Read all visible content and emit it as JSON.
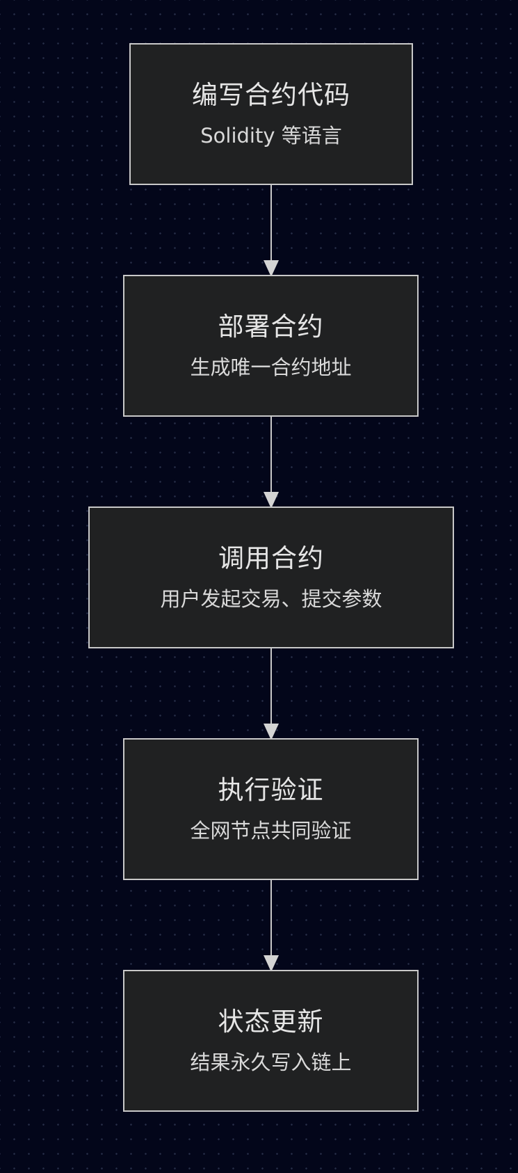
{
  "diagram": {
    "nodes": [
      {
        "title": "编写合约代码",
        "subtitle": "Solidity 等语言"
      },
      {
        "title": "部署合约",
        "subtitle": "生成唯一合约地址"
      },
      {
        "title": "调用合约",
        "subtitle": "用户发起交易、提交参数"
      },
      {
        "title": "执行验证",
        "subtitle": "全网节点共同验证"
      },
      {
        "title": "状态更新",
        "subtitle": "结果永久写入链上"
      }
    ],
    "colors": {
      "background": "#03061a",
      "node_fill": "#202122",
      "node_border": "#c9c9c9",
      "text": "#e6e6e6",
      "connector": "#c9c9c9"
    }
  }
}
